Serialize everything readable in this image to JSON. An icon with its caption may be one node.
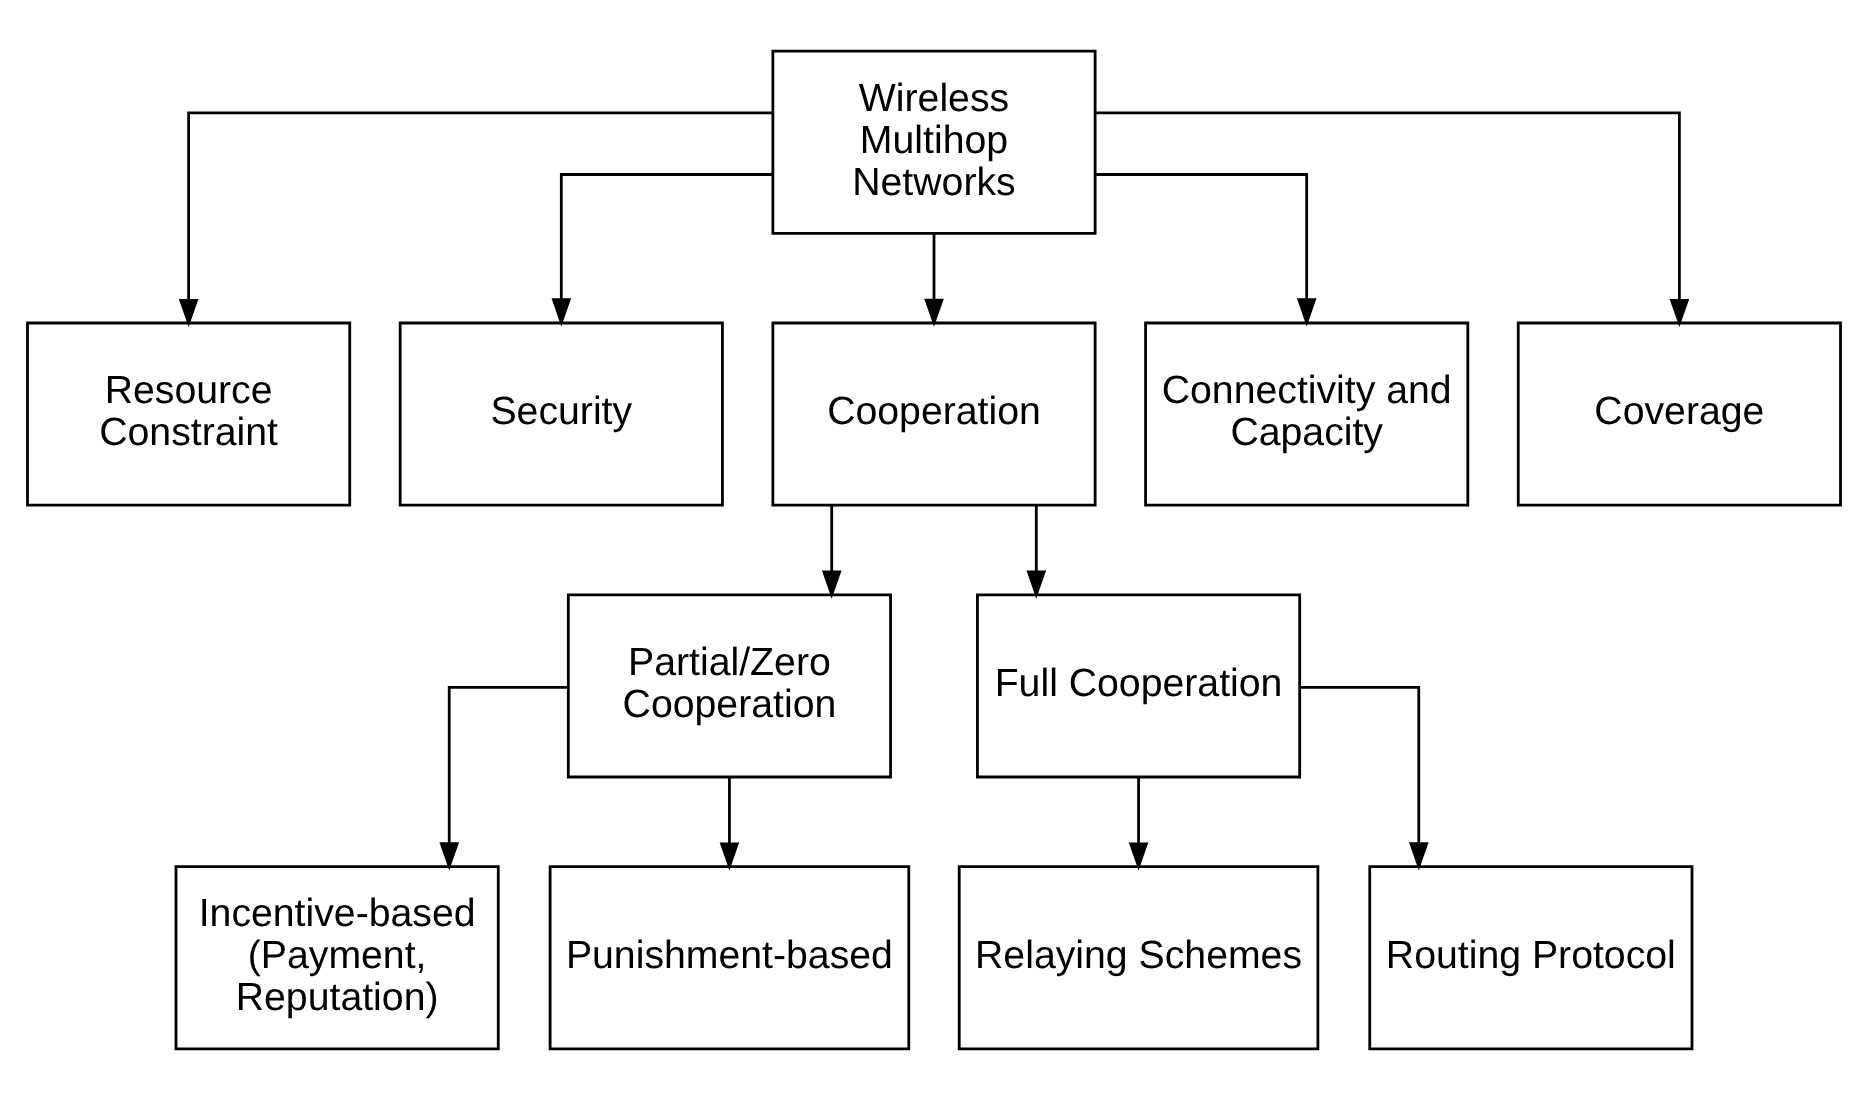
{
  "diagram": {
    "nodes": [
      {
        "text": [
          "Wireless Multihop Networks"
        ]
      },
      {
        "text": [
          "Resource Constraint"
        ]
      },
      {
        "text": [
          "Security"
        ]
      },
      {
        "text": [
          "Cooperation"
        ]
      },
      {
        "text": [
          "Connectivity and Capacity"
        ]
      },
      {
        "text": [
          "Coverage"
        ]
      },
      {
        "text": [
          "Partial/Zero Cooperation"
        ]
      },
      {
        "text": [
          "Full Cooperation"
        ]
      },
      {
        "text": [
          "Incentive-based (Payment, Reputation)"
        ]
      },
      {
        "text": [
          "Punishment-based"
        ]
      },
      {
        "text": [
          "Relaying Schemes"
        ]
      },
      {
        "text": [
          "Routing Protocol"
        ]
      }
    ],
    "edges": [
      {
        "from": 0,
        "to": 1,
        "arrow": "to"
      },
      {
        "from": 0,
        "to": 2,
        "arrow": "to"
      },
      {
        "from": 0,
        "to": 3,
        "arrow": "to"
      },
      {
        "from": 0,
        "to": 4,
        "arrow": "to"
      },
      {
        "from": 0,
        "to": 5,
        "arrow": "to"
      },
      {
        "from": 3,
        "to": 6,
        "arrow": "to"
      },
      {
        "from": 3,
        "to": 7,
        "arrow": "to"
      },
      {
        "from": 6,
        "to": 8,
        "arrow": "to"
      },
      {
        "from": 6,
        "to": 9,
        "arrow": "to"
      },
      {
        "from": 7,
        "to": 10,
        "arrow": "to"
      },
      {
        "from": 7,
        "to": 11,
        "arrow": "to"
      }
    ]
  }
}
